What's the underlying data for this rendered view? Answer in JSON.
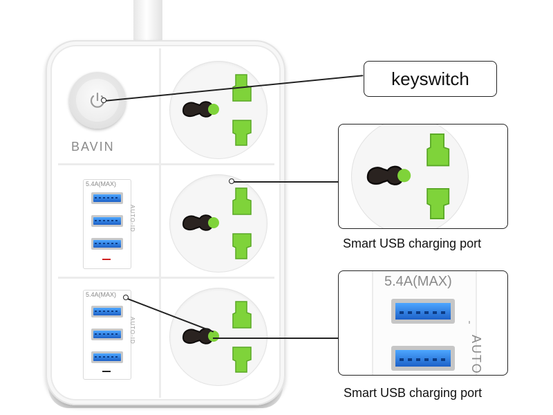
{
  "brand": "BAVIN",
  "usb_modules": [
    {
      "rating": "5.4A(MAX)",
      "side_label": "AUTO-ID"
    },
    {
      "rating": "5.4A(MAX)",
      "side_label": "AUTO-ID"
    }
  ],
  "callouts": {
    "keyswitch": "keyswitch",
    "socket_caption": "Smart USB charging port",
    "usb_caption": "Smart USB charging port"
  },
  "zoom_usb": {
    "rating": "5.4A(MAX)",
    "side_label": "AUTO-"
  },
  "colors": {
    "socket_green": "#7fd33a",
    "usb_blue": "#2f7fe0",
    "outline": "#222222"
  }
}
